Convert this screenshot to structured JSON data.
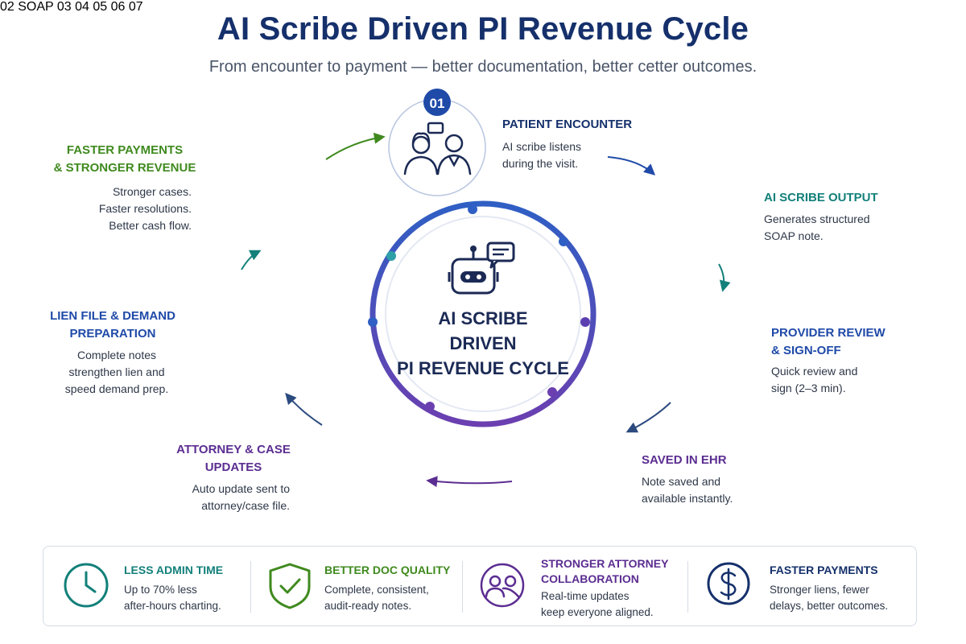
{
  "header": {
    "title": "AI Scribe Driven PI Revenue Cycle",
    "subtitle": "From encounter to payment — better documentation, better cetter outcomes."
  },
  "hub": {
    "line1": "AI SCRIBE",
    "line2": "DRIVEN",
    "line3": "PI REVENUE CYCLE"
  },
  "steps": [
    {
      "number": "01",
      "title": "PATIENT ENCOUNTER",
      "desc1": "AI scribe listens",
      "desc2": "during the visit.",
      "color": "#1f4aa8",
      "icon": "doctor-patient-icon"
    },
    {
      "number": "02",
      "title": "AI SCRIBE OUTPUT",
      "desc1": "Generates structured",
      "desc2": "SOAP note.",
      "icon_text": "SOAP",
      "color": "#13807a",
      "icon": "soap-note-icon"
    },
    {
      "number": "03",
      "title_line1": "PROVIDER REVIEW",
      "title_line2": "& SIGN-OFF",
      "desc1": "Quick review and",
      "desc2": "sign (2–3 min).",
      "color": "#1f4aa8",
      "icon": "clipboard-checklist-icon"
    },
    {
      "number": "04",
      "title": "SAVED IN EHR",
      "desc1": "Note saved and",
      "desc2": "available instantly.",
      "color": "#5b2d91",
      "icon": "cloud-upload-monitor-icon"
    },
    {
      "number": "05",
      "title_line1": "ATTORNEY & CASE",
      "title_line2": "UPDATES",
      "desc1": "Auto update sent to",
      "desc2": "attorney/case file.",
      "color": "#5b2d91",
      "icon": "people-exchange-icon"
    },
    {
      "number": "06",
      "title_line1": "LIEN FILE & DEMAND",
      "title_line2": "PREPARATION",
      "desc1": "Complete notes",
      "desc2": "strengthen lien and",
      "desc3": "speed demand prep.",
      "color": "#1f4aa8",
      "icon": "medical-folder-icon"
    },
    {
      "number": "07",
      "title_line1": "FASTER PAYMENTS",
      "title_line2": "& STRONGER REVENUE",
      "desc1": "Stronger cases.",
      "desc2": "Faster resolutions.",
      "desc3": "Better cash flow.",
      "color": "#3f8a1e",
      "icon": "growth-chart-dollar-icon"
    }
  ],
  "benefits": [
    {
      "title": "LESS ADMIN TIME",
      "desc1": "Up to 70% less",
      "desc2": "after-hours charting.",
      "color": "#13807a",
      "icon": "clock-icon"
    },
    {
      "title": "BETTER DOC QUALITY",
      "desc1": "Complete, consistent,",
      "desc2": "audit-ready notes.",
      "color": "#3f8a1e",
      "icon": "shield-check-icon"
    },
    {
      "title_line1": "STRONGER ATTORNEY",
      "title_line2": "COLLABORATION",
      "desc1": "Real-time updates",
      "desc2": "keep everyone aligned.",
      "color": "#5b2d91",
      "icon": "people-group-icon"
    },
    {
      "title": "FASTER PAYMENTS",
      "desc1": "Stronger liens, fewer",
      "desc2": "delays, better outcomes.",
      "color": "#15306b",
      "icon": "dollar-coin-icon"
    }
  ]
}
